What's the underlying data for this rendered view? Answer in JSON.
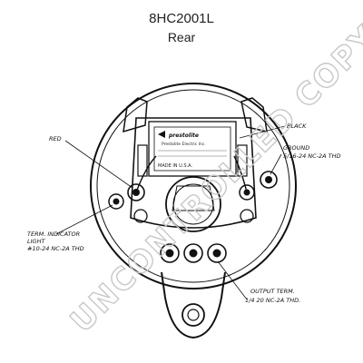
{
  "header": {
    "part_number": "8HC2001L",
    "view": "Rear"
  },
  "callouts": {
    "red": "RED",
    "black": "BLACK",
    "ground_1": "GROUND",
    "ground_2": "5/16-24 NC-2A THD",
    "indicator_1": "TERM. INDICATOR",
    "indicator_2": "LIGHT",
    "indicator_3": "#10-24 NC-2A THD",
    "output_1": "OUTPUT TERM.",
    "output_2": "1/4 20 NC-2A THD."
  },
  "nameplate": {
    "brand": "prestolite",
    "line1": "Prestolite Electric Inc.",
    "line2": "MADE IN U.S.A."
  },
  "watermark": "UNCONTROLLED COPY"
}
